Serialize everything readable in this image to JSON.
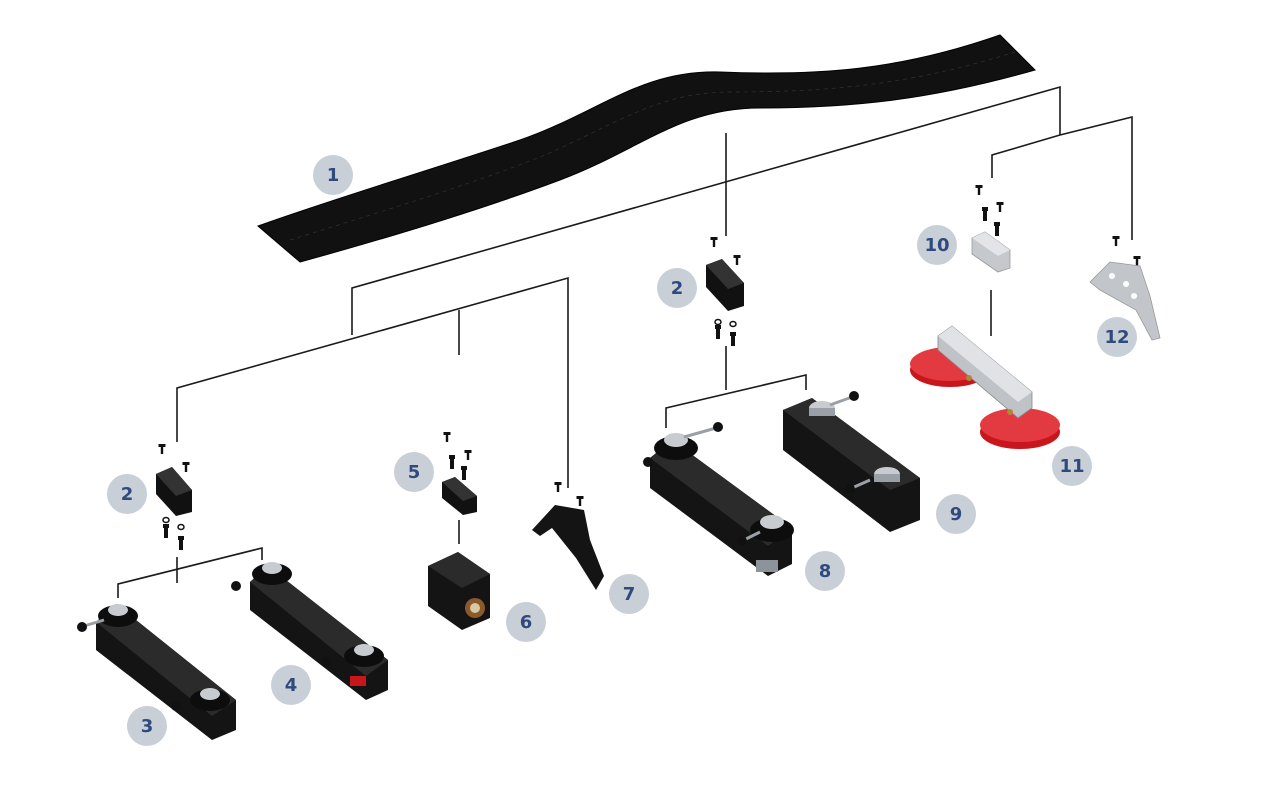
{
  "colors": {
    "badge_bg": "#c9cfd6",
    "badge_fg": "#2f4a7d",
    "part_black": "#1a1a1a",
    "part_gray": "#bfc3c8",
    "suction_red": "#d9252b"
  },
  "callouts": [
    {
      "id": "callout-1",
      "label": "1"
    },
    {
      "id": "callout-2-center",
      "label": "2"
    },
    {
      "id": "callout-10",
      "label": "10"
    },
    {
      "id": "callout-12",
      "label": "12"
    },
    {
      "id": "callout-2-left",
      "label": "2"
    },
    {
      "id": "callout-5",
      "label": "5"
    },
    {
      "id": "callout-11",
      "label": "11"
    },
    {
      "id": "callout-9",
      "label": "9"
    },
    {
      "id": "callout-8",
      "label": "8"
    },
    {
      "id": "callout-7",
      "label": "7"
    },
    {
      "id": "callout-6",
      "label": "6"
    },
    {
      "id": "callout-4",
      "label": "4"
    },
    {
      "id": "callout-3",
      "label": "3"
    }
  ]
}
